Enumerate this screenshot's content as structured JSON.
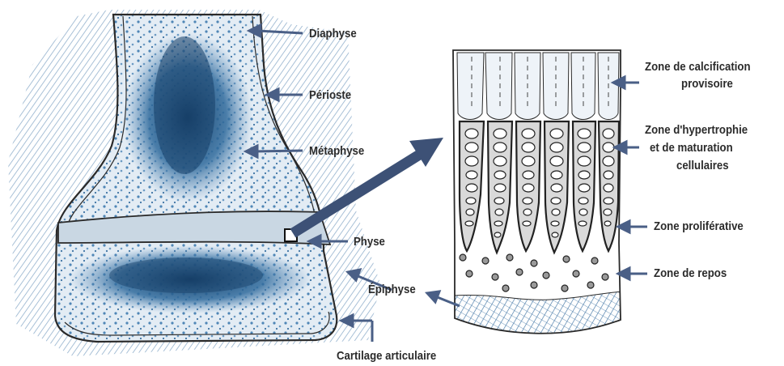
{
  "colors": {
    "bone_fill": "#dfe9f1",
    "marrow": "#2f6a9c",
    "marrow_dark": "#1a4a78",
    "arrow": "#4a5f86",
    "outline": "#2a2a2a",
    "cartilage_blue": "#6f9cc4",
    "label_text": "#2b2b2b"
  },
  "labels": {
    "diaphyse": "Diaphyse",
    "perioste": "Périoste",
    "metaphyse": "Métaphyse",
    "physe": "Physe",
    "epiphyse": "Épiphyse",
    "cartilage": "Cartilage articulaire",
    "calcification_1": "Zone de calcification",
    "calcification_2": "provisoire",
    "hypertrophie_1": "Zone d'hypertrophie",
    "hypertrophie_2": "et de maturation",
    "hypertrophie_3": "cellulaires",
    "proliferative": "Zone proliférative",
    "repos": "Zone de repos"
  }
}
